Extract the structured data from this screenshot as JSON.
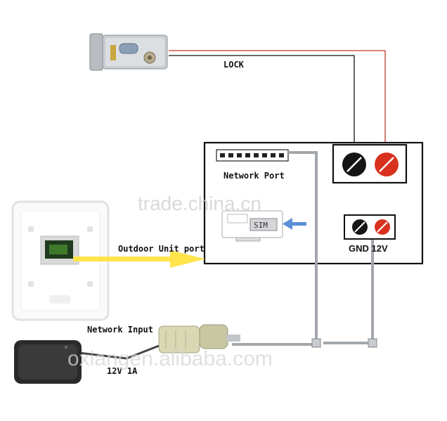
{
  "labels": {
    "lock": "LOCK",
    "network_port": "Network Port",
    "sim": "SIM",
    "outdoor_unit_port": "Outdoor Unit port",
    "terminal_labels": "GND 12V",
    "network_input": "Network Input",
    "power_adapter": "12V 1A"
  },
  "watermarks": {
    "top": "trade.china.cn",
    "bottom": "oxiangen.alibaba.com"
  },
  "colors": {
    "red_wire": "#c0392b",
    "black_wire": "#111111",
    "gray_cable": "#9a9ea3",
    "yellow_arrow": "#ffe44a",
    "sim_arrow": "#5b8fd6",
    "terminal_red": "#d8321e"
  }
}
